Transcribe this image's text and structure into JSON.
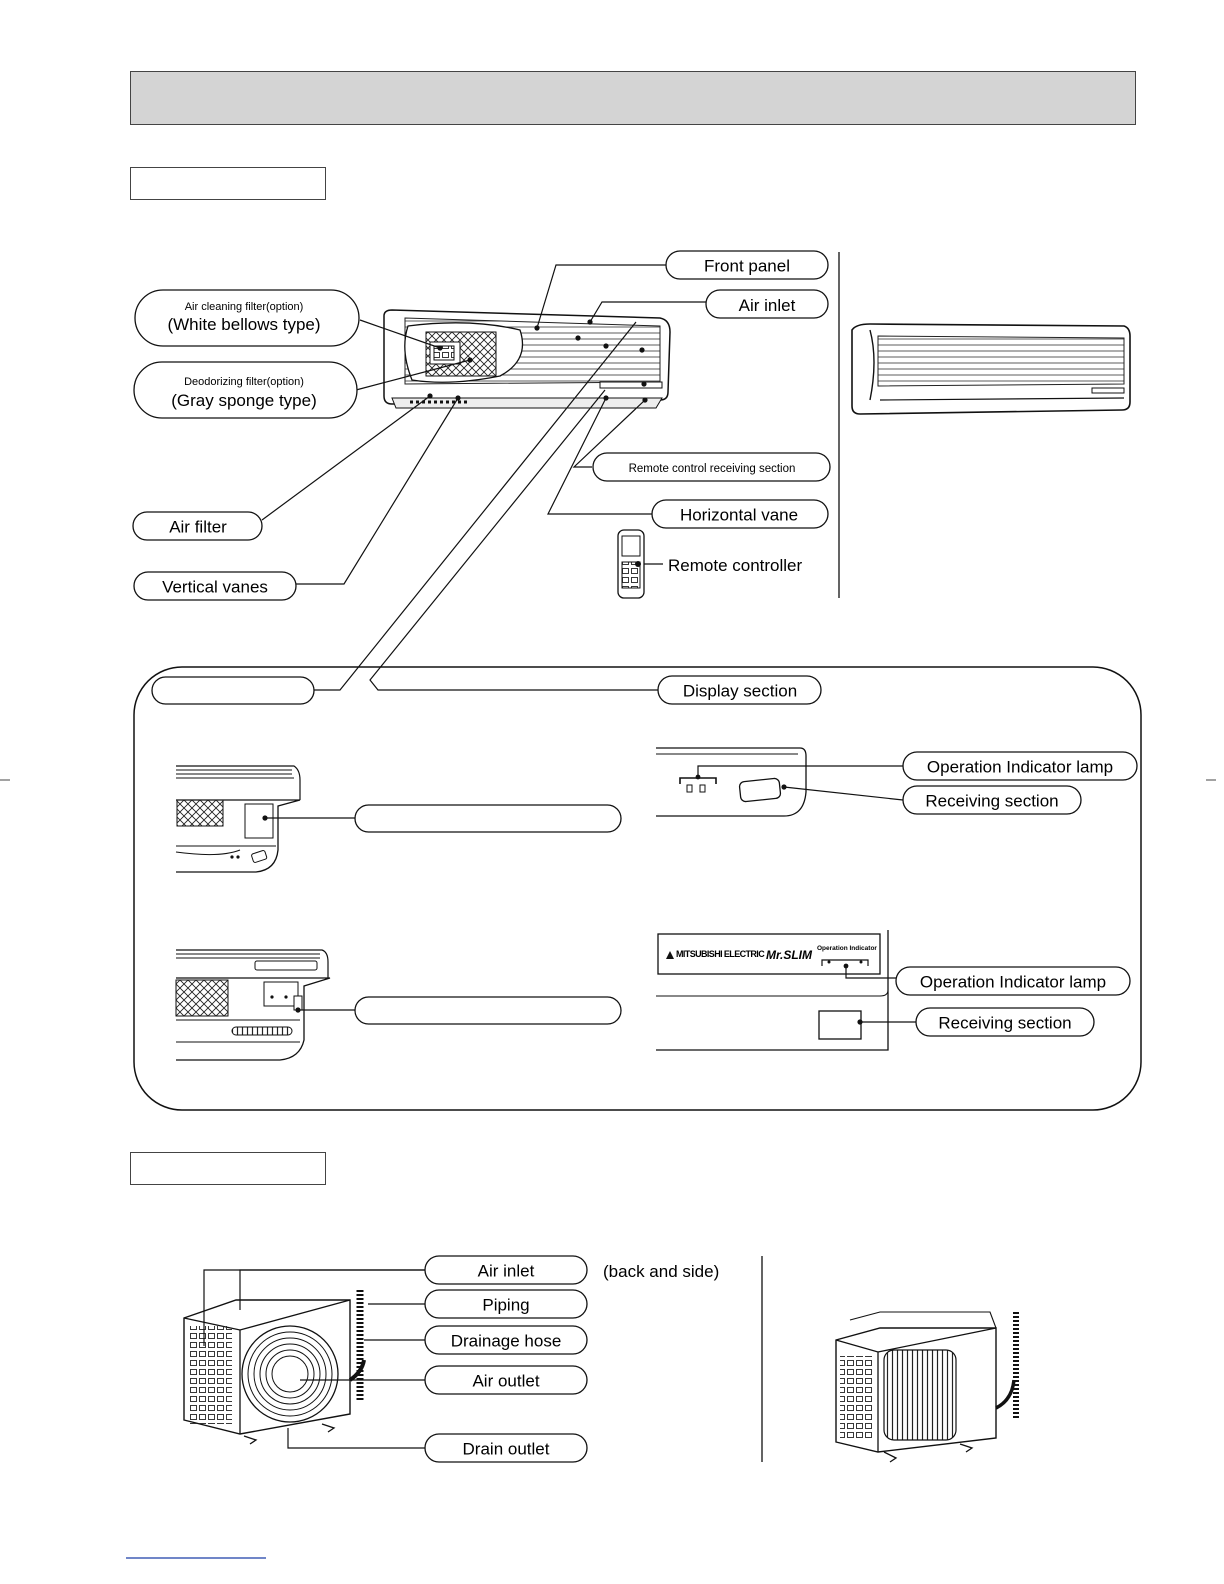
{
  "indoor": {
    "labels": {
      "front_panel": "Front panel",
      "air_inlet": "Air inlet",
      "air_cleaning_small": "Air cleaning filter(option)",
      "air_cleaning_big": "(White bellows type)",
      "deodorizing_small": "Deodorizing filter(option)",
      "deodorizing_big": "(Gray sponge type)",
      "remote_receiving": "Remote control receiving section",
      "horizontal_vane": "Horizontal vane",
      "remote_controller": "Remote controller",
      "air_filter": "Air filter",
      "vertical_vanes": "Vertical vanes"
    }
  },
  "display": {
    "display_section": "Display section",
    "upper": {
      "operation_indicator": "Operation Indicator  lamp",
      "receiving": "Receiving section"
    },
    "lower": {
      "brand": "MITSUBISHI ELECTRIC",
      "model": "Mr.SLIM",
      "panel_caption": "Operation Indicator",
      "operation_indicator": "Operation Indicator  lamp",
      "receiving": "Receiving section"
    }
  },
  "outdoor": {
    "labels": {
      "air_inlet": "Air inlet",
      "back_and_side": "(back and side)",
      "piping": "Piping",
      "drainage_hose": "Drainage hose",
      "air_outlet": "Air outlet",
      "drain_outlet": "Drain outlet"
    }
  }
}
